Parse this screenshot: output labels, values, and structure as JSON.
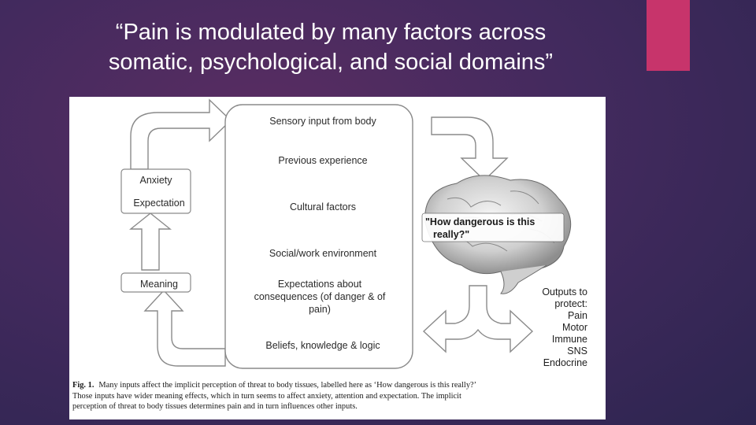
{
  "slide": {
    "title_line1": "“Pain is modulated by many factors across",
    "title_line2": "somatic, psychological, and social domains”",
    "accent_color": "#c7346b"
  },
  "figure": {
    "left_boxes": {
      "anxiety": "Anxiety",
      "expectation": "Expectation",
      "meaning": "Meaning"
    },
    "center_inputs": [
      "Sensory input from body",
      "Previous experience",
      "Cultural factors",
      "Social/work environment",
      "Expectations about",
      "consequences (of danger & of",
      "pain)",
      "Beliefs, knowledge & logic"
    ],
    "brain_bubble": {
      "line1": "\"How dangerous is this",
      "line2": "really?\""
    },
    "outputs": {
      "heading_line1": "Outputs to",
      "heading_line2": "protect:",
      "items": [
        "Pain",
        "Motor",
        "Immune",
        "SNS",
        "Endocrine"
      ]
    },
    "caption": {
      "label": "Fig. 1.",
      "line1": "Many inputs affect the implicit perception of threat to body tissues, labelled here as ‘How dangerous is this really?’",
      "line2": "Those inputs have wider meaning effects, which in turn seems to affect anxiety, attention and expectation. The implicit",
      "line3": "perception of threat to body tissues determines pain and in turn influences other inputs."
    }
  }
}
